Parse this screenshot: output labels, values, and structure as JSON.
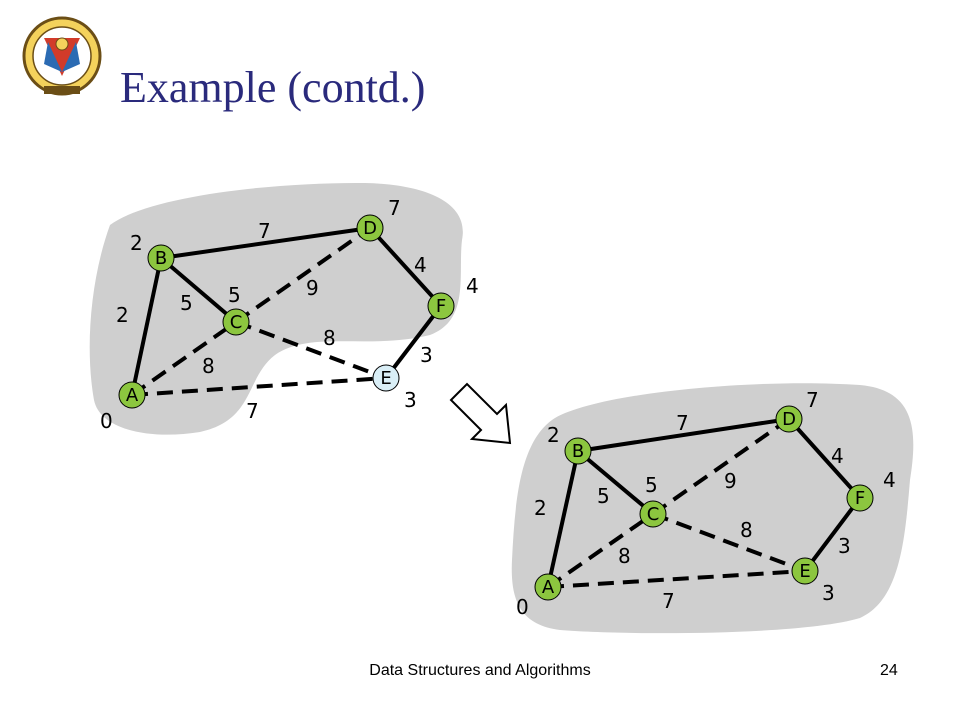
{
  "title": "Example (contd.)",
  "footer": {
    "course": "Data Structures and Algorithms",
    "page": "24"
  },
  "colors": {
    "node_green": "#8cc63f",
    "node_light_blue": "#d9eef6",
    "cloud_gray": "#cfcfcf",
    "title_blue": "#2a2a7c"
  },
  "logo": {
    "icon": "institute-crest-icon"
  },
  "graphs": {
    "before": {
      "nodes": {
        "A": "A",
        "B": "B",
        "C": "C",
        "D": "D",
        "E": "E",
        "F": "F"
      },
      "distances": {
        "A": "0",
        "B": "2",
        "C": "5",
        "D": "7",
        "E": "3",
        "F": "4"
      },
      "weights": {
        "AB": "2",
        "BD": "7",
        "BC": "5",
        "CD": "9",
        "AC": "8",
        "CE": "8",
        "AE": "7",
        "DF": "4",
        "FE": "3"
      }
    },
    "after": {
      "nodes": {
        "A": "A",
        "B": "B",
        "C": "C",
        "D": "D",
        "E": "E",
        "F": "F"
      },
      "distances": {
        "A": "0",
        "B": "2",
        "C": "5",
        "D": "7",
        "E": "3",
        "F": "4"
      },
      "weights": {
        "AB": "2",
        "BD": "7",
        "BC": "5",
        "CD": "9",
        "AC": "8",
        "CE": "8",
        "AE": "7",
        "DF": "4",
        "FE": "3"
      }
    }
  }
}
